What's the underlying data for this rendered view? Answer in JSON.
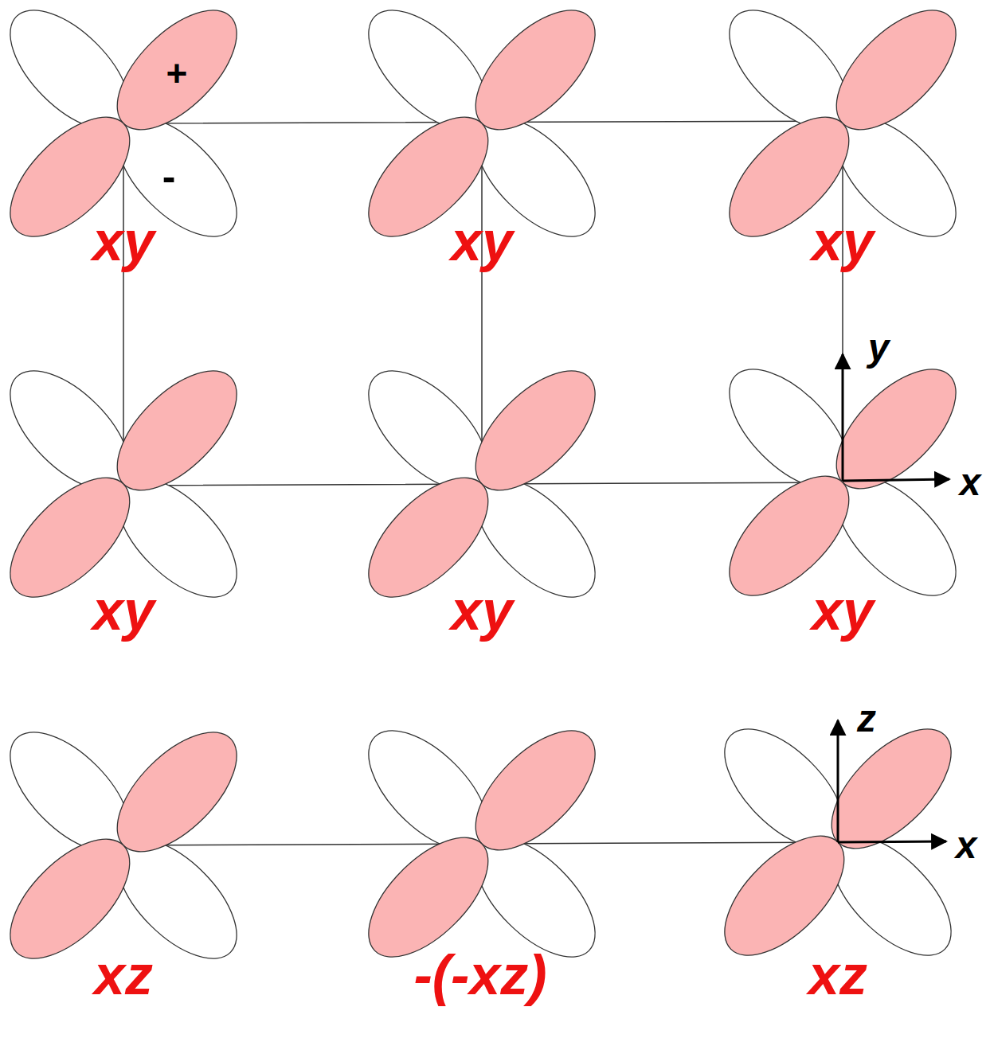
{
  "diagram": {
    "labels": [
      "+",
      "-",
      "xy",
      "xy",
      "xy",
      "y",
      "xy",
      "xy",
      "xy",
      "x",
      "z",
      "x",
      "xz",
      "-(-xz)",
      "xz"
    ]
  }
}
